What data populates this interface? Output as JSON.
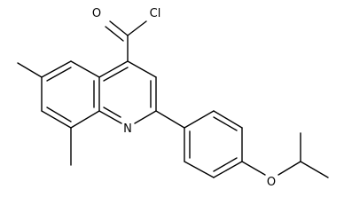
{
  "molecule": {
    "atom_labels": {
      "acyl_oxygen": "O",
      "chlorine": "Cl",
      "ring_nitrogen": "N",
      "ether_oxygen": "O"
    },
    "colors": {
      "line": "#000000",
      "background": "#ffffff"
    }
  }
}
